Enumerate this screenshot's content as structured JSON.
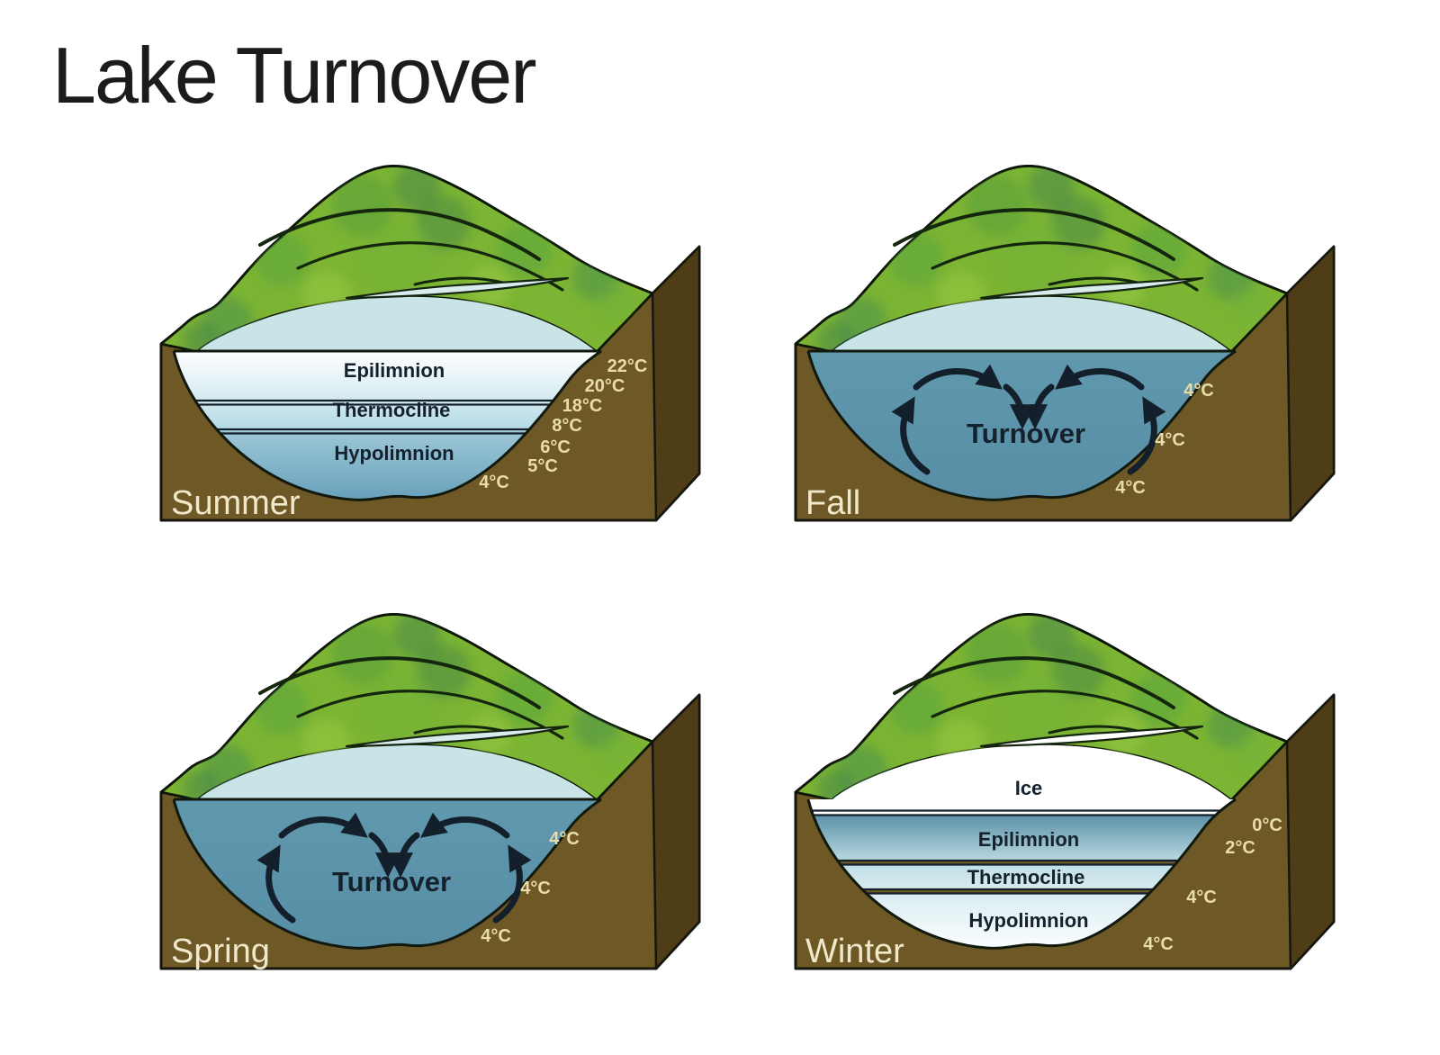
{
  "title": "Lake Turnover",
  "panels": [
    {
      "id": "summer",
      "season": "Summer",
      "layers": [
        "Epilimnion",
        "Thermocline",
        "Hypolimnion"
      ],
      "temps": [
        "22°C",
        "20°C",
        "18°C",
        "8°C",
        "6°C",
        "5°C",
        "4°C"
      ]
    },
    {
      "id": "fall",
      "season": "Fall",
      "center_label": "Turnover",
      "temps": [
        "4°C",
        "4°C",
        "4°C"
      ]
    },
    {
      "id": "spring",
      "season": "Spring",
      "center_label": "Turnover",
      "temps": [
        "4°C",
        "4°C",
        "4°C"
      ]
    },
    {
      "id": "winter",
      "season": "Winter",
      "layers": [
        "Ice",
        "Epilimnion",
        "Thermocline",
        "Hypolimnion"
      ],
      "temps": [
        "0°C",
        "2°C",
        "4°C",
        "4°C"
      ]
    }
  ],
  "colors": {
    "background": "#ffffff",
    "title_text": "#1b1b1b",
    "earth_front": "#6d5826",
    "earth_side": "#4f3d17",
    "hills_green": "#7cb433",
    "lake_surface": "#c8e4e6",
    "cold_mixed_water": "#5f97ad",
    "summer_deep_water": "#649eb8",
    "ice_white": "#ffffff",
    "label_cream": "#e9dcab",
    "season_cream": "#f1e8cb",
    "label_dark": "#15222e",
    "outline": "#16160e"
  }
}
